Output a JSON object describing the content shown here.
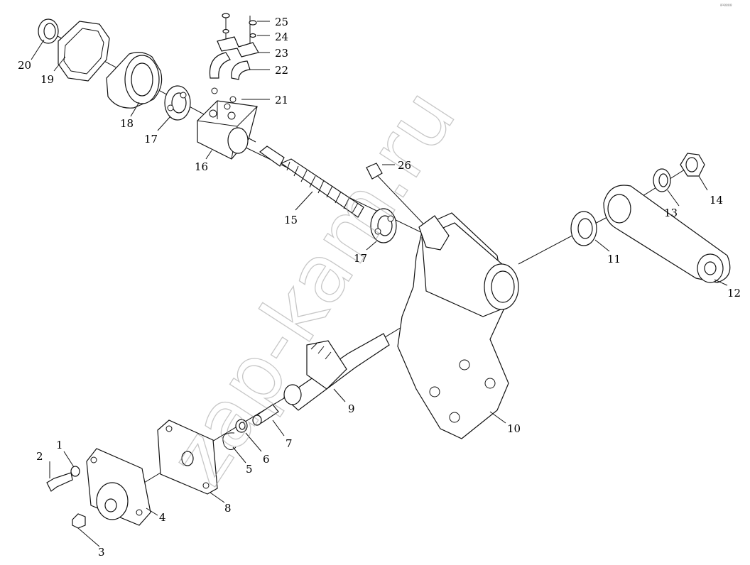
{
  "watermark": "zap-kam.ru",
  "corner_mark": "ª¹ºººº",
  "callouts": [
    {
      "id": "c1",
      "label": "1"
    },
    {
      "id": "c2",
      "label": "2"
    },
    {
      "id": "c3",
      "label": "3"
    },
    {
      "id": "c4",
      "label": "4"
    },
    {
      "id": "c5",
      "label": "5"
    },
    {
      "id": "c6",
      "label": "6"
    },
    {
      "id": "c7",
      "label": "7"
    },
    {
      "id": "c8",
      "label": "8"
    },
    {
      "id": "c9",
      "label": "9"
    },
    {
      "id": "c10",
      "label": "10"
    },
    {
      "id": "c11",
      "label": "11"
    },
    {
      "id": "c12",
      "label": "12"
    },
    {
      "id": "c13",
      "label": "13"
    },
    {
      "id": "c14",
      "label": "14"
    },
    {
      "id": "c15",
      "label": "15"
    },
    {
      "id": "c16",
      "label": "16"
    },
    {
      "id": "c17a",
      "label": "17"
    },
    {
      "id": "c17b",
      "label": "17"
    },
    {
      "id": "c18",
      "label": "18"
    },
    {
      "id": "c19",
      "label": "19"
    },
    {
      "id": "c20",
      "label": "20"
    },
    {
      "id": "c21",
      "label": "21"
    },
    {
      "id": "c22",
      "label": "22"
    },
    {
      "id": "c23",
      "label": "23"
    },
    {
      "id": "c24",
      "label": "24"
    },
    {
      "id": "c25",
      "label": "25"
    },
    {
      "id": "c26",
      "label": "26"
    }
  ]
}
